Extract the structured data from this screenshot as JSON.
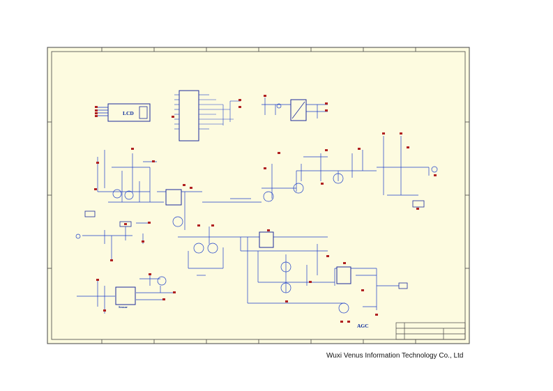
{
  "schematic": {
    "labels": {
      "lcd": "LCD",
      "agc": "AGC",
      "sensor": "Sensor"
    },
    "company": "Wuxi Venus Information Technology Co., Ltd",
    "colors": {
      "paper": "#fdfbe0",
      "frame": "#444444",
      "wire": "#1a3cc8",
      "component": "#1a2a9a",
      "label_text": "#0a2a9a",
      "power_marker": "#b02020"
    }
  }
}
